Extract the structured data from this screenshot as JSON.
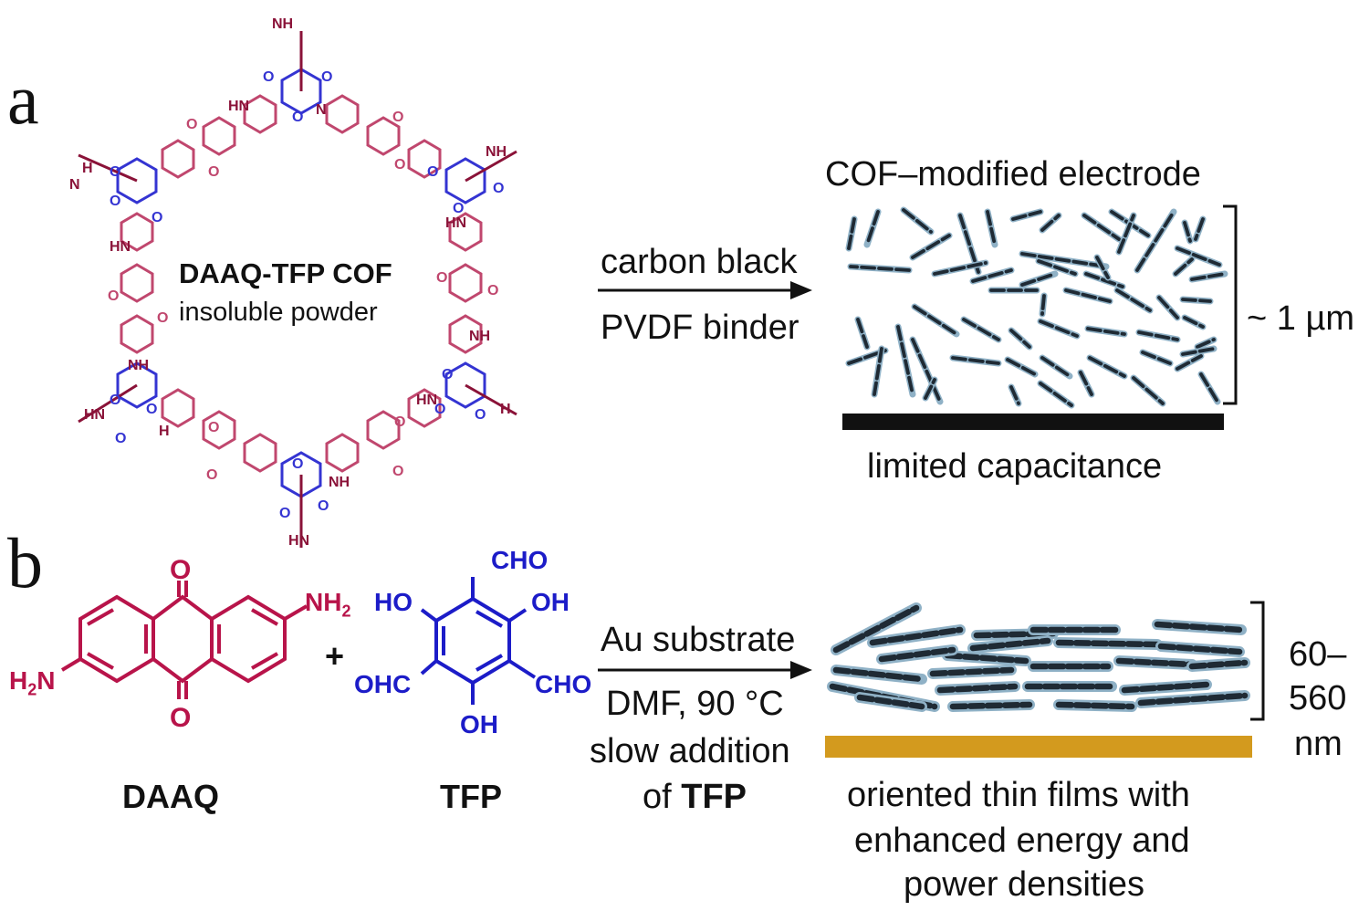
{
  "panel_a": {
    "letter": "a",
    "cof_title": "DAAQ-TFP COF",
    "cof_subtitle": "insoluble powder",
    "hex_labels": {
      "nh": "NH",
      "hn": "HN",
      "h": "H",
      "n": "N",
      "o": "O"
    },
    "arrow_top": "carbon black",
    "arrow_bottom": "PVDF binder",
    "electrode_title": "COF–modified electrode",
    "thickness": "~ 1 µm",
    "caption": "limited capacitance"
  },
  "panel_b": {
    "letter": "b",
    "daaq": {
      "nh2_right": "NH",
      "nh2_sub": "2",
      "h2n_left_h": "H",
      "h2n_left_sub": "2",
      "h2n_left_n": "N",
      "o_top": "O",
      "o_bottom": "O",
      "name": "DAAQ"
    },
    "plus": "+",
    "tfp": {
      "cho_top": "CHO",
      "ho_left": "HO",
      "oh_right": "OH",
      "ohc_left": "OHC",
      "cho_right": "CHO",
      "oh_bottom": "OH",
      "name": "TFP"
    },
    "arrow_top": "Au substrate",
    "arrow_bottom_1": "DMF, 90 °C",
    "arrow_bottom_2": "slow addition",
    "arrow_bottom_3_prefix": "of ",
    "arrow_bottom_3_bold": "TFP",
    "thickness_1": "60–",
    "thickness_2": "560",
    "thickness_3": "nm",
    "caption_1": "oriented thin films with",
    "caption_2": "enhanced energy and",
    "caption_3": "power densities"
  },
  "colors": {
    "daaq": "#b8144a",
    "tfp": "#1c1cc8",
    "hex_daaq": "#c0476e",
    "hex_tfp": "#3434d2",
    "gold": "#d39a1e",
    "crystallite_dark": "#1f2a34",
    "crystallite_light": "#8fb1c6"
  }
}
